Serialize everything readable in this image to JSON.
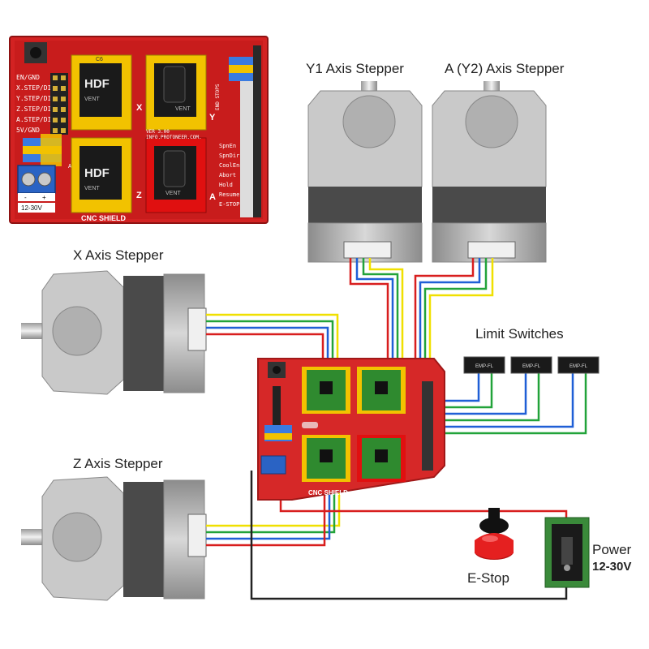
{
  "labels": {
    "y1": "Y1 Axis Stepper",
    "a_y2": "A (Y2) Axis Stepper",
    "x": "X Axis Stepper",
    "z": "Z Axis Stepper",
    "limit": "Limit Switches",
    "estop": "E-Stop",
    "power": "Power",
    "power_range": "12-30V"
  },
  "shield_photo": {
    "left_pins": [
      "EN/GND",
      "X.STEP/DIR",
      "Y.STEP/DIR",
      "Z.STEP/DIR",
      "A.STEP/DIR",
      "5V/GND"
    ],
    "right_pins": [
      "SpnEn",
      "SpnDir",
      "CoolEn",
      "Abort",
      "Hold",
      "Resume",
      "E-STOP"
    ],
    "title": "CNC SHIELD",
    "voltage": "12-30V",
    "version": "VER 3.00",
    "site": "INFO.PROTONEER.COM.",
    "driver_text": "HDF",
    "driver_sub": "VENT",
    "cap_label": "C6",
    "axis_letters": [
      "X",
      "Y",
      "Z",
      "A"
    ],
    "endstops": "END STOPS",
    "adir": "A.DIR",
    "polarity": [
      "-",
      "+"
    ]
  },
  "shield_small": {
    "title": "CNC SHIELD"
  },
  "switch_label": "EMP-FL",
  "colors": {
    "board": "#d62828",
    "board_edge": "#a01818",
    "driver_yellow": "#f2c200",
    "driver_red": "#e01010",
    "wire_yellow": "#f0e000",
    "wire_green": "#22a33a",
    "wire_blue": "#1f5fd6",
    "wire_red": "#d81e1e",
    "wire_black": "#222222",
    "motor_body": "#b9b9b9",
    "estop_red": "#e52020",
    "power_pcb": "#3a8a3a"
  }
}
